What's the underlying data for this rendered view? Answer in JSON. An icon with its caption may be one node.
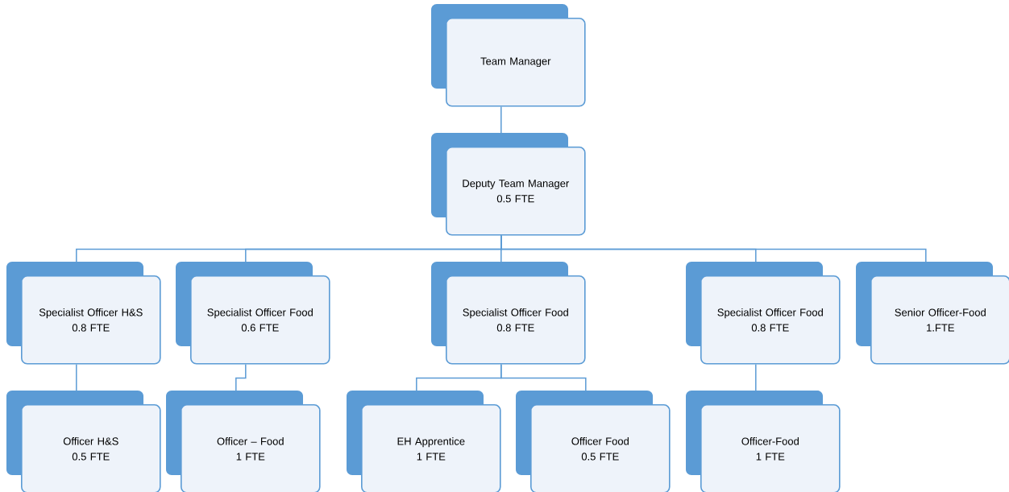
{
  "diagram": {
    "nodes": [
      {
        "text": [
          "Team Manager"
        ]
      },
      {
        "text": [
          "Deputy Team Manager",
          "0.5 FTE"
        ]
      },
      {
        "text": [
          "Specialist Officer H&S",
          "0.8 FTE"
        ]
      },
      {
        "text": [
          "Specialist Officer Food",
          "0.6 FTE"
        ]
      },
      {
        "text": [
          "Specialist Officer Food",
          "0.8 FTE"
        ]
      },
      {
        "text": [
          "Specialist Officer Food",
          "0.8 FTE"
        ]
      },
      {
        "text": [
          "Senior Officer-Food",
          "1.FTE"
        ]
      },
      {
        "text": [
          "Officer H&S",
          "0.5 FTE"
        ]
      },
      {
        "text": [
          "Officer – Food",
          "1 FTE"
        ]
      },
      {
        "text": [
          "EH Apprentice",
          "1 FTE"
        ]
      },
      {
        "text": [
          "Officer Food",
          "0.5 FTE"
        ]
      },
      {
        "text": [
          "Officer-Food",
          "1 FTE"
        ]
      }
    ],
    "edges": [
      {
        "from": 0,
        "to": 1,
        "arrow": "none"
      },
      {
        "from": 1,
        "to": 2,
        "arrow": "none"
      },
      {
        "from": 1,
        "to": 3,
        "arrow": "none"
      },
      {
        "from": 1,
        "to": 4,
        "arrow": "none"
      },
      {
        "from": 1,
        "to": 5,
        "arrow": "none"
      },
      {
        "from": 1,
        "to": 6,
        "arrow": "none"
      },
      {
        "from": 2,
        "to": 7,
        "arrow": "none"
      },
      {
        "from": 3,
        "to": 8,
        "arrow": "none"
      },
      {
        "from": 4,
        "to": 9,
        "arrow": "none"
      },
      {
        "from": 4,
        "to": 10,
        "arrow": "none"
      },
      {
        "from": 5,
        "to": 11,
        "arrow": "none"
      }
    ]
  }
}
